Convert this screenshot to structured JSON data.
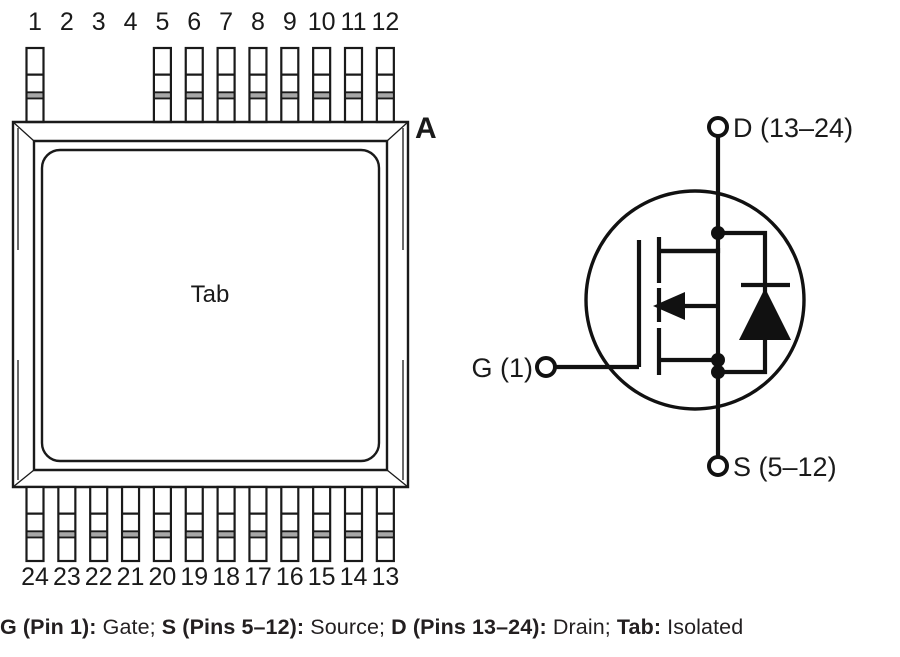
{
  "figure": {
    "title": "Package pinout and N-channel MOSFET schematic symbol",
    "corner_marker": "A",
    "tab_label": "Tab",
    "line_color": "#1a1a1a",
    "background_color": "#ffffff"
  },
  "package": {
    "name": "package-outline",
    "top_pins": [
      {
        "number": "1",
        "present": true
      },
      {
        "number": "2",
        "present": false
      },
      {
        "number": "3",
        "present": false
      },
      {
        "number": "4",
        "present": false
      },
      {
        "number": "5",
        "present": true
      },
      {
        "number": "6",
        "present": true
      },
      {
        "number": "7",
        "present": true
      },
      {
        "number": "8",
        "present": true
      },
      {
        "number": "9",
        "present": true
      },
      {
        "number": "10",
        "present": true
      },
      {
        "number": "11",
        "present": true
      },
      {
        "number": "12",
        "present": true
      }
    ],
    "bottom_pins": [
      {
        "number": "24",
        "present": true
      },
      {
        "number": "23",
        "present": true
      },
      {
        "number": "22",
        "present": true
      },
      {
        "number": "21",
        "present": true
      },
      {
        "number": "20",
        "present": true
      },
      {
        "number": "19",
        "present": true
      },
      {
        "number": "18",
        "present": true
      },
      {
        "number": "17",
        "present": true
      },
      {
        "number": "16",
        "present": true
      },
      {
        "number": "15",
        "present": true
      },
      {
        "number": "14",
        "present": true
      },
      {
        "number": "13",
        "present": true
      }
    ]
  },
  "symbol": {
    "name": "n-channel-mosfet-symbol",
    "type": "N-channel MOSFET with intrinsic body diode",
    "terminals": {
      "drain": "D (13–24)",
      "source": "S (5–12)",
      "gate": "G (1)"
    }
  },
  "caption": {
    "segments": [
      {
        "bold": "G (Pin 1):",
        "plain": " Gate; "
      },
      {
        "bold": "S (Pins 5–12):",
        "plain": " Source; "
      },
      {
        "bold": "D (Pins 13–24):",
        "plain": " Drain; "
      },
      {
        "bold": "Tab:",
        "plain": " Isolated"
      }
    ]
  }
}
